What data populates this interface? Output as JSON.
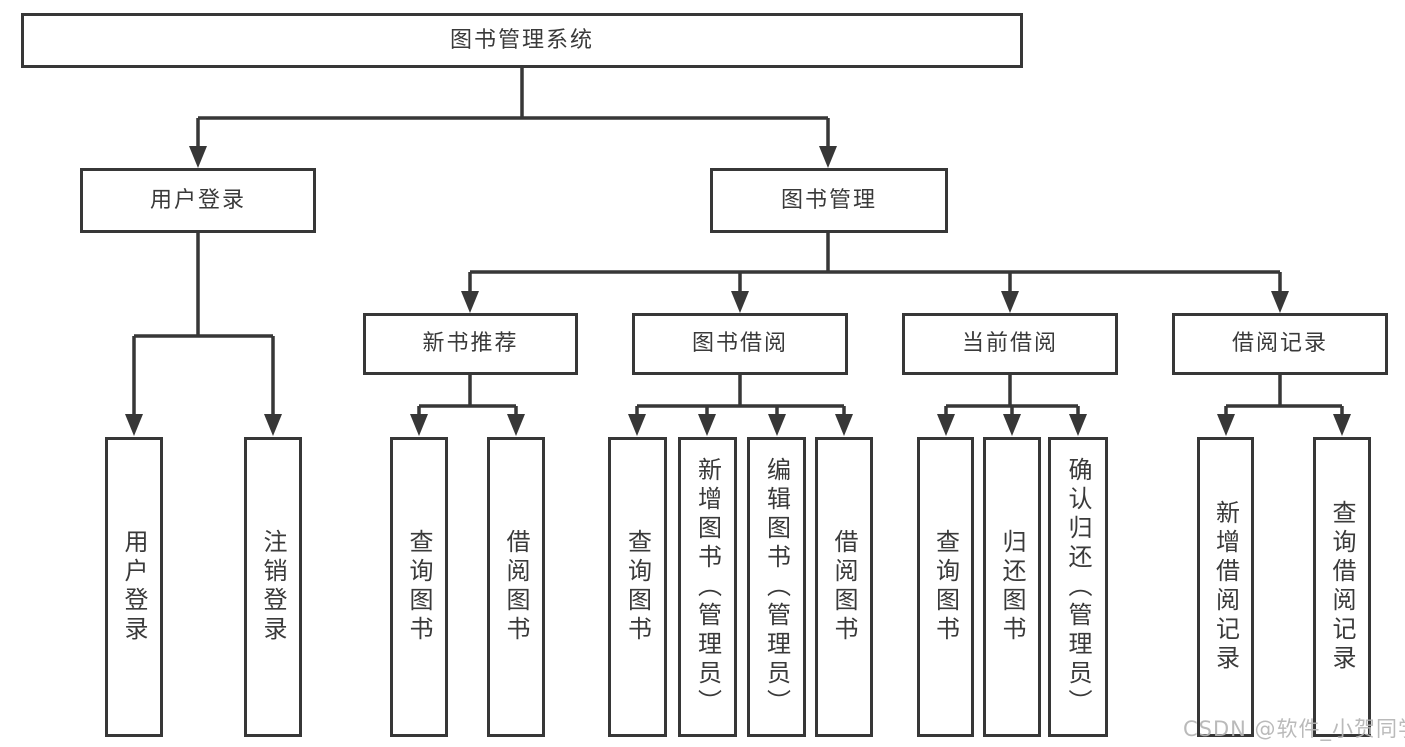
{
  "watermark": "CSDN @软件_小贺同学",
  "colors": {
    "line": "#373737",
    "text": "#3a3a3a",
    "background": "#ffffff",
    "watermark": "#b5b5b5"
  },
  "nodes": {
    "root": "图书管理系统",
    "user_login": {
      "label": "用户登录",
      "children": [
        "用户登录",
        "注销登录"
      ]
    },
    "book_management": {
      "label": "图书管理",
      "children": [
        {
          "label": "新书推荐",
          "children": [
            "查询图书",
            "借阅图书"
          ]
        },
        {
          "label": "图书借阅",
          "children": [
            "查询图书",
            "新增图书（管理员）",
            "编辑图书（管理员）",
            "借阅图书"
          ]
        },
        {
          "label": "当前借阅",
          "children": [
            "查询图书",
            "归还图书",
            "确认归还（管理员）"
          ]
        },
        {
          "label": "借阅记录",
          "children": [
            "新增借阅记录",
            "查询借阅记录"
          ]
        }
      ]
    }
  }
}
